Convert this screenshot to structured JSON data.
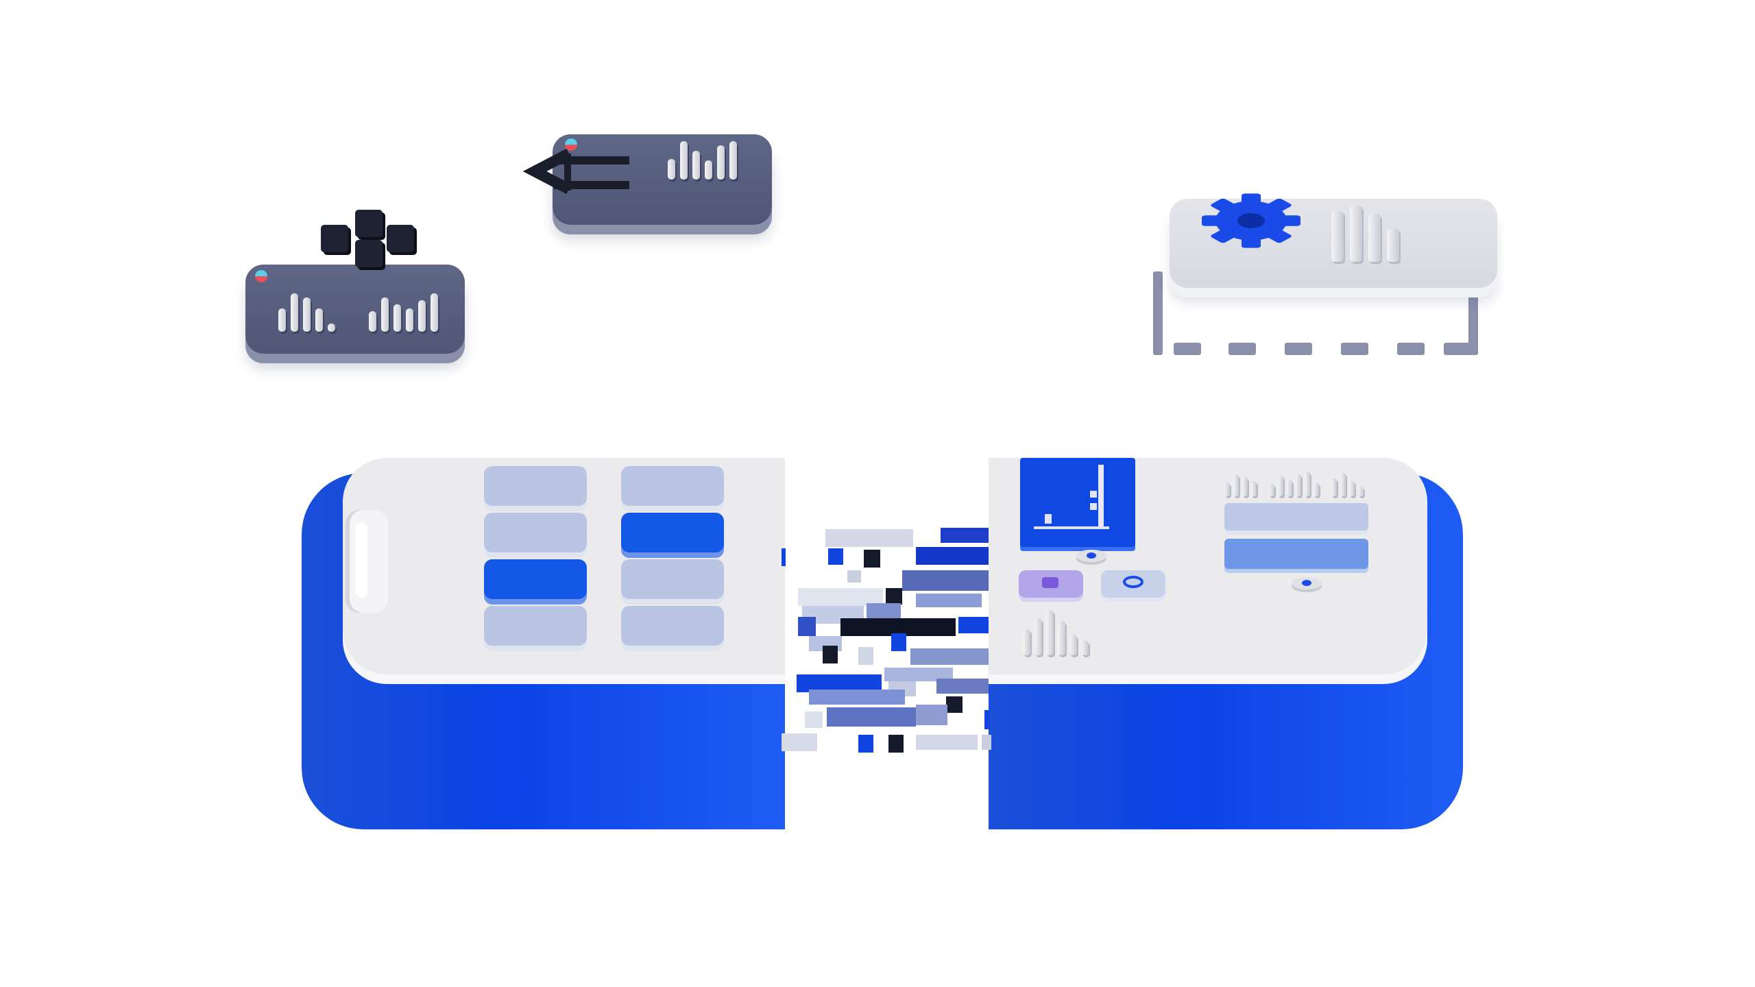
{
  "colors": {
    "brand_blue": "#0a43e6",
    "active_tile": "#1358e6",
    "dark_card": "#565d7c",
    "light_card": "#e0e2e8",
    "surface": "#ebebed",
    "inactive_tile": "#b9c5e3"
  },
  "icons": {
    "dark_card_1": [
      "cubes-icon",
      "bar-chart-icon"
    ],
    "dark_card_2": [
      "code-brackets-icon",
      "bar-chart-icon"
    ],
    "config_card": [
      "gear-icon",
      "bar-chart-icon"
    ],
    "left_panel": [
      "grip-handle-icon"
    ],
    "right_panel": [
      "chart-screen-icon",
      "toggle-icon",
      "puzzle-icon",
      "gear-outline-icon",
      "bar-chart-icon",
      "progress-bar-icon"
    ]
  },
  "tile_grid": {
    "rows": 4,
    "cols": 2,
    "active_tiles": [
      [
        1,
        1
      ],
      [
        2,
        0
      ]
    ]
  },
  "right_panel": {
    "progress": [
      0.95,
      0.95
    ]
  }
}
